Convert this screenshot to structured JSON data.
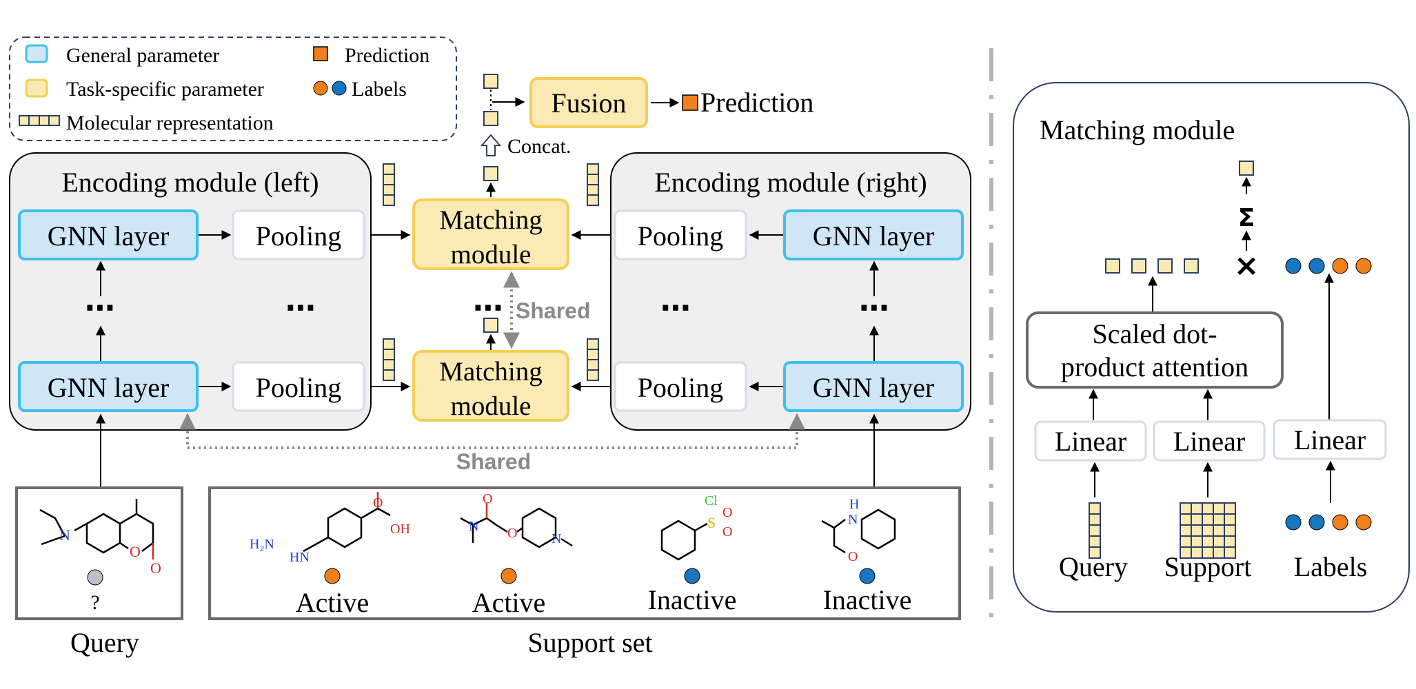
{
  "legend": {
    "general": "General parameter",
    "task_specific": "Task-specific parameter",
    "mol_rep": "Molecular representation",
    "prediction": "Prediction",
    "labels": "Labels"
  },
  "top": {
    "fusion": "Fusion",
    "prediction": "Prediction",
    "concat": "Concat."
  },
  "left_module": {
    "title": "Encoding module (left)",
    "gnn": "GNN layer",
    "pooling": "Pooling",
    "dots": "⋯"
  },
  "right_module": {
    "title": "Encoding module (right)",
    "gnn": "GNN layer",
    "pooling": "Pooling",
    "dots": "⋯"
  },
  "matching": {
    "line1": "Matching",
    "line2": "module",
    "shared": "Shared"
  },
  "query": {
    "caption": "Query",
    "unknown": "?"
  },
  "support": {
    "caption": "Support set",
    "labels": [
      "Active",
      "Active",
      "Inactive",
      "Inactive"
    ]
  },
  "atoms": {
    "n": "N",
    "o": "O",
    "oh": "OH",
    "h2n": "H₂N",
    "hn": "HN",
    "nh": "H",
    "cl": "Cl",
    "s": "S"
  },
  "panel": {
    "title": "Matching module",
    "attention_l1": "Scaled dot-",
    "attention_l2": "product attention",
    "linear": "Linear",
    "sum": "Σ",
    "times": "×",
    "query": "Query",
    "support": "Support",
    "labels": "Labels"
  },
  "colors": {
    "general_fill": "#cfe6f7",
    "general_stroke": "#3fc0ec",
    "task_fill": "#fbeab4",
    "task_stroke": "#f3cf55",
    "orange": "#f07f1e",
    "blue": "#1876c0",
    "module_bg": "#efefef",
    "shared_gray": "#8a8a8a"
  }
}
